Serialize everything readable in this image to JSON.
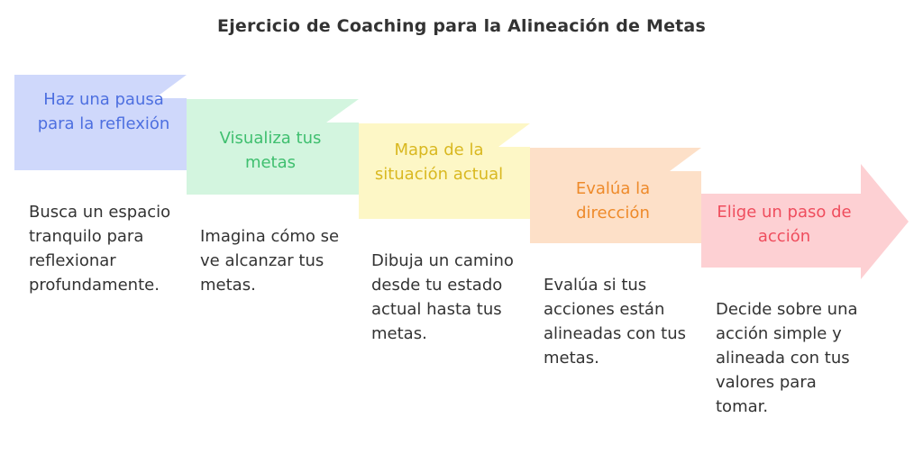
{
  "title": "Ejercicio de Coaching para la Alineación de Metas",
  "steps": [
    {
      "label": "Haz una pausa para la reflexión",
      "description": "Busca un espacio tranquilo para reflexionar profundamente.",
      "fill": "#cfd8fb",
      "text_color": "#4d6fe0"
    },
    {
      "label": "Visualiza tus metas",
      "description": "Imagina cómo se ve alcanzar tus metas.",
      "fill": "#d3f5df",
      "text_color": "#3fbf6f"
    },
    {
      "label": "Mapa de la situación actual",
      "description": "Dibuja un camino desde tu estado actual hasta tus metas.",
      "fill": "#fdf7c6",
      "text_color": "#d9b820"
    },
    {
      "label": "Evalúa la dirección",
      "description": "Evalúa si tus acciones están alineadas con tus metas.",
      "fill": "#fde0c8",
      "text_color": "#ee8a2a"
    },
    {
      "label": "Elige un paso de acción",
      "description": "Decide sobre una acción simple y alineada con tus valores para tomar.",
      "fill": "#fdd0d3",
      "text_color": "#ef4d5d"
    }
  ]
}
